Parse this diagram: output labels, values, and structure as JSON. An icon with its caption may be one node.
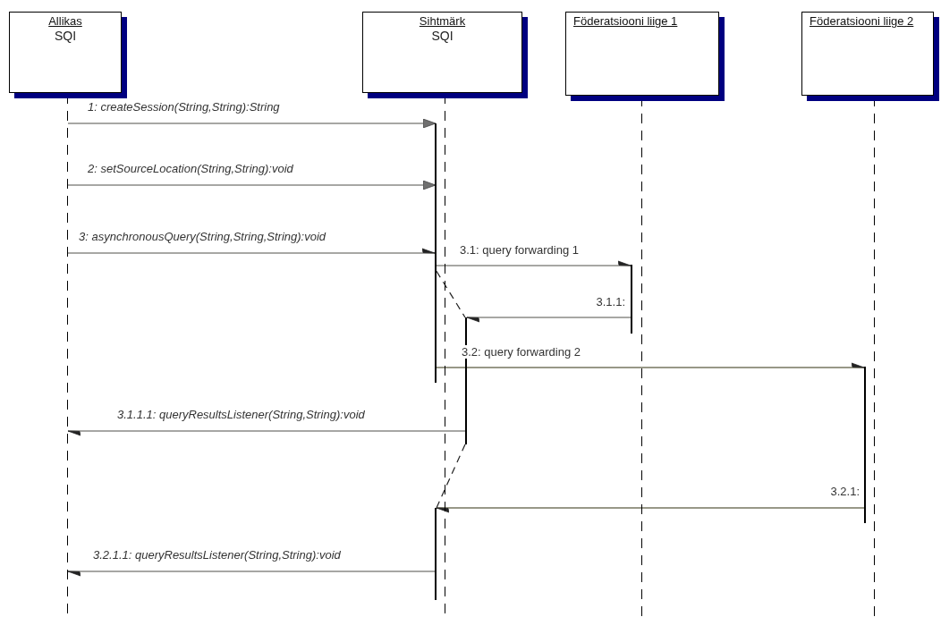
{
  "diagram": {
    "nodes": [
      {
        "text": [
          "Allikas",
          "SQI"
        ]
      },
      {
        "text": [
          "Sihtmärk",
          "SQI"
        ]
      },
      {
        "text": [
          "Föderatsiooni liige 1"
        ]
      },
      {
        "text": [
          "Föderatsiooni liige 2"
        ]
      },
      {
        "text": [],
        "shape": "line"
      },
      {
        "text": [],
        "shape": "line"
      },
      {
        "text": [],
        "shape": "line"
      },
      {
        "text": [],
        "shape": "line"
      },
      {
        "text": [],
        "shape": "bar"
      },
      {
        "text": [],
        "shape": "bar"
      },
      {
        "text": [],
        "shape": "bar"
      },
      {
        "text": [],
        "shape": "bar"
      },
      {
        "text": [],
        "shape": "bar"
      }
    ],
    "edges": [
      {
        "from": 4,
        "to": 8,
        "arrow": "to",
        "label": "1: createSession(String,String):String"
      },
      {
        "from": 4,
        "to": 8,
        "arrow": "to",
        "label": "2: setSourceLocation(String,String):void"
      },
      {
        "from": 4,
        "to": 8,
        "arrow": "to",
        "label": "3: asynchronousQuery(String,String,String):void"
      },
      {
        "from": 8,
        "to": 9,
        "arrow": "to",
        "label": "3.1: query forwarding 1"
      },
      {
        "from": 9,
        "to": 10,
        "arrow": "to",
        "label": "3.1.1:"
      },
      {
        "from": 8,
        "to": 11,
        "arrow": "to",
        "label": "3.2: query forwarding 2",
        "color": "#333311"
      },
      {
        "from": 10,
        "to": 4,
        "arrow": "to",
        "label": "3.1.1.1: queryResultsListener(String,String):void"
      },
      {
        "from": 11,
        "to": 12,
        "arrow": "to",
        "label": "3.2.1:",
        "color": "#333311"
      },
      {
        "from": 12,
        "to": 4,
        "arrow": "to",
        "label": "3.2.1.1: queryResultsListener(String,String):void"
      },
      {
        "from": 8,
        "to": 10,
        "arrow": "none",
        "style": "dashed",
        "color": "#222222"
      },
      {
        "from": 10,
        "to": 12,
        "arrow": "none",
        "style": "dashed",
        "color": "#222222"
      }
    ]
  }
}
